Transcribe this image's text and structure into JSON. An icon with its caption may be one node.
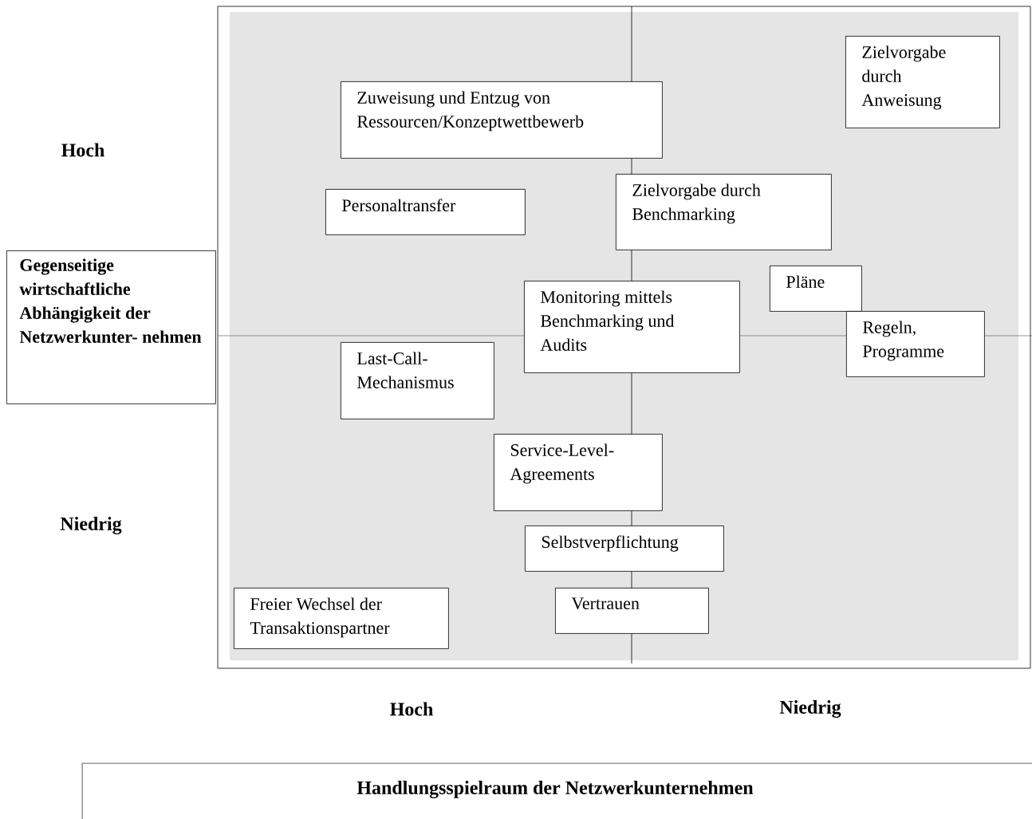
{
  "diagram": {
    "nodes": [
      {
        "text": [
          "Zielvorgabe durch Anweisung"
        ]
      },
      {
        "text": [
          "Zuweisung und Entzug von Ressourcen/Konzeptwettbewerb"
        ]
      },
      {
        "text": [
          "Personaltransfer"
        ]
      },
      {
        "text": [
          "Zielvorgabe durch Benchmarking"
        ]
      },
      {
        "text": [
          "Gegenseitige wirtschaftliche Abhängigkeit der Netzwerkunter- nehmen"
        ]
      },
      {
        "text": [
          "Pläne"
        ]
      },
      {
        "text": [
          "Monitoring mittels Benchmarking und Audits"
        ]
      },
      {
        "text": [
          "Regeln, Programme"
        ]
      },
      {
        "text": [
          "Last-Call- Mechanismus"
        ]
      },
      {
        "text": [
          "Service-Level- Agreements"
        ]
      },
      {
        "text": [
          "Selbstverpflichtung"
        ]
      },
      {
        "text": [
          "Freier Wechsel der Transaktionspartner"
        ]
      },
      {
        "text": [
          "Vertrauen"
        ]
      },
      {
        "text": [
          "Handlungsspielraum der Netzwerkunternehmen"
        ]
      }
    ],
    "labels": [
      "Hoch",
      "Niedrig",
      "Hoch",
      "Niedrig"
    ]
  }
}
